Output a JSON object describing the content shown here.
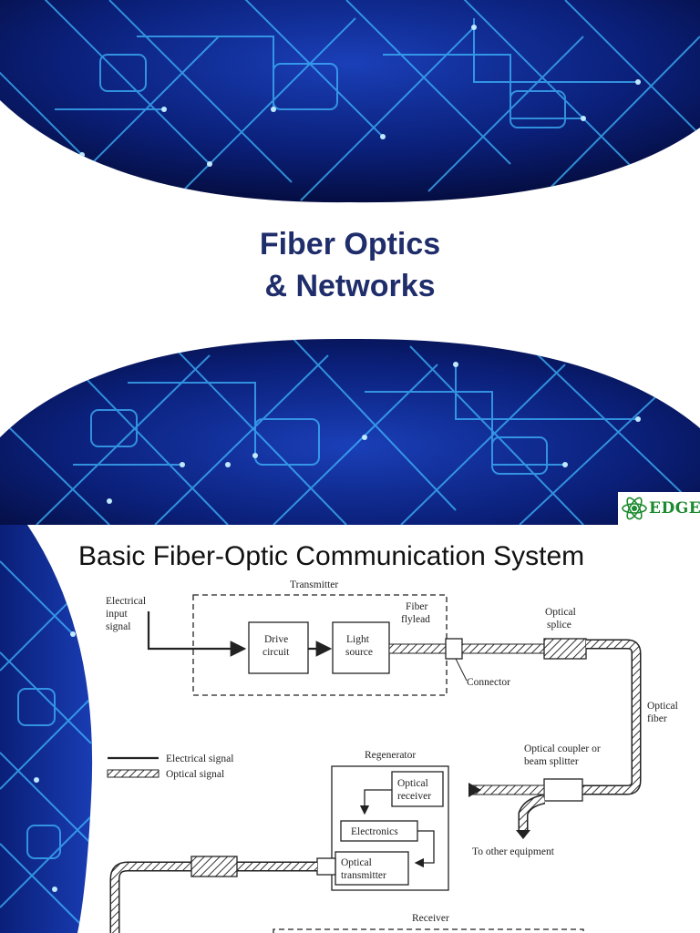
{
  "slide1": {
    "title_line1": "Fiber Optics",
    "title_line2": "& Networks",
    "logo_text": "EDGE"
  },
  "slide2": {
    "title": "Basic Fiber-Optic Communication System",
    "diagram": {
      "transmitter": "Transmitter",
      "electrical_input_l1": "Electrical",
      "electrical_input_l2": "input",
      "electrical_input_l3": "signal",
      "drive_circuit_l1": "Drive",
      "drive_circuit_l2": "circuit",
      "light_source_l1": "Light",
      "light_source_l2": "source",
      "fiber_flylead_l1": "Fiber",
      "fiber_flylead_l2": "flylead",
      "connector": "Connector",
      "optical_splice_l1": "Optical",
      "optical_splice_l2": "splice",
      "optical_fiber_l1": "Optical",
      "optical_fiber_l2": "fiber",
      "legend_electrical": "Electrical signal",
      "legend_optical": "Optical signal",
      "regenerator": "Regenerator",
      "optical_receiver_l1": "Optical",
      "optical_receiver_l2": "receiver",
      "electronics": "Electronics",
      "optical_transmitter_l1": "Optical",
      "optical_transmitter_l2": "transmitter",
      "coupler_l1": "Optical coupler or",
      "coupler_l2": "beam splitter",
      "to_other_equipment": "To other equipment",
      "receiver": "Receiver"
    }
  },
  "colors": {
    "title": "#1f2d6b",
    "circuit_dark": "#06124a",
    "circuit_glow": "#3fb6ff",
    "logo_green": "#1c8a2e"
  }
}
